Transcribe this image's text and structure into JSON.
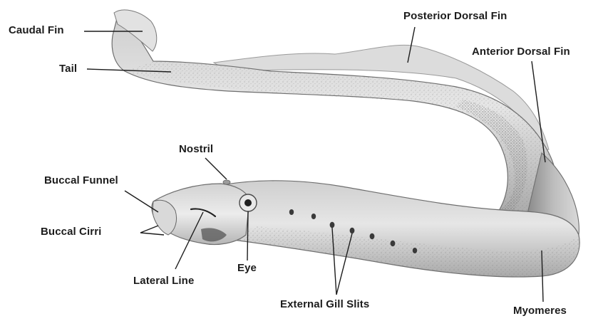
{
  "labels": {
    "caudal_fin": "Caudal Fin",
    "tail": "Tail",
    "posterior_dorsal_fin": "Posterior Dorsal Fin",
    "anterior_dorsal_fin": "Anterior Dorsal Fin",
    "nostril": "Nostril",
    "buccal_funnel": "Buccal Funnel",
    "buccal_cirri": "Buccal Cirri",
    "lateral_line": "Lateral Line",
    "eye": "Eye",
    "external_gill_slits": "External Gill Slits",
    "myomeres": "Myomeres"
  }
}
